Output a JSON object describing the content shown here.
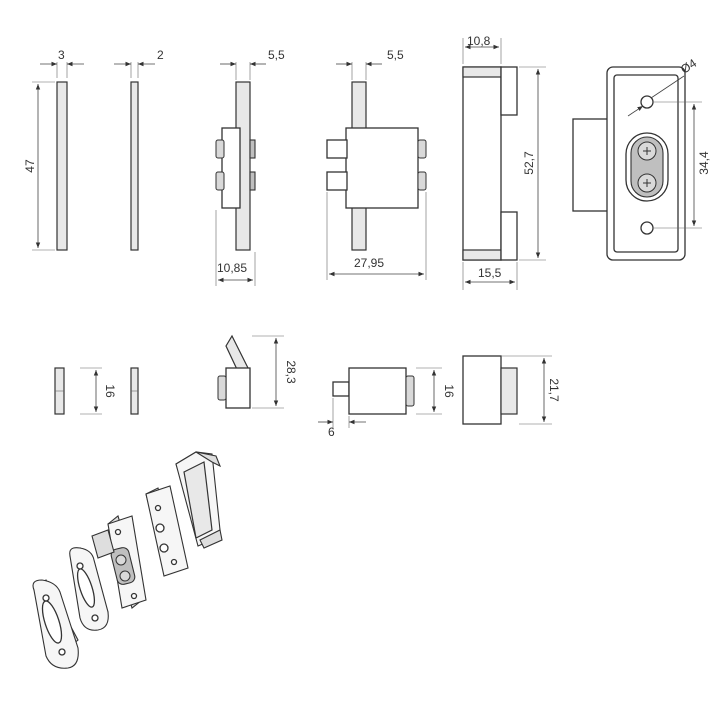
{
  "dimensions": {
    "thk_plate1": "3",
    "thk_plate2": "2",
    "thk_a": "5,5",
    "thk_b": "5,5",
    "width_top": "10,8",
    "diameter": "Ø4",
    "height_plate": "47",
    "height_body": "52,7",
    "hole_spacing": "34,4",
    "depth_a": "10,85",
    "depth_b": "27,95",
    "depth_c": "15,5",
    "small_h1": "16",
    "small_h2": "28,3",
    "small_h3": "16",
    "small_w": "6",
    "small_h4": "21,7"
  },
  "colors": {
    "line": "#333333",
    "fill_light": "#e8e8e8",
    "fill_dark": "#bfbfbf"
  }
}
